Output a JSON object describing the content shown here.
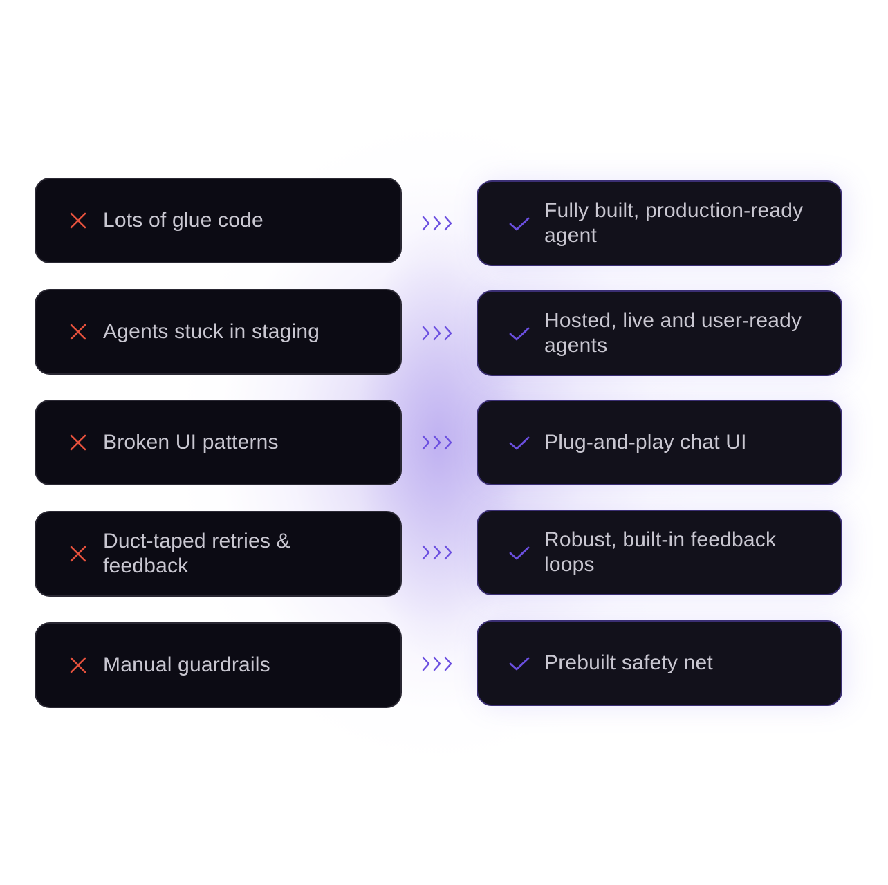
{
  "colors": {
    "bad_icon": "#e5513d",
    "good_icon": "#6b4fe0",
    "card_text": "#c9c7d1",
    "bad_card_bg": "#0c0b14",
    "good_card_bg": "#12111b",
    "good_card_border": "#3b2f74",
    "arrow": "#6b4fe0"
  },
  "rows": [
    {
      "before": "Lots of glue code",
      "after": "Fully built, production-ready agent"
    },
    {
      "before": "Agents stuck in staging",
      "after": "Hosted, live and user-ready agents"
    },
    {
      "before": "Broken UI patterns",
      "after": "Plug-and-play chat UI"
    },
    {
      "before": "Duct-taped retries & feedback",
      "after": "Robust, built-in feedback loops"
    },
    {
      "before": "Manual guardrails",
      "after": "Prebuilt safety net"
    }
  ],
  "icons": {
    "before": "x-mark-icon",
    "after": "checkmark-icon",
    "separator": "triple-chevron-right-icon"
  }
}
